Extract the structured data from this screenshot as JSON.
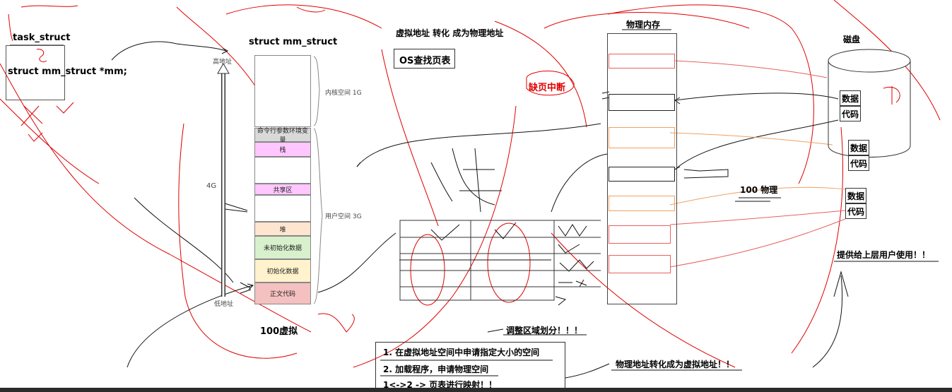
{
  "task_struct": {
    "title": "task_struct",
    "field": "struct mm_struct *mm;"
  },
  "mm_struct": {
    "title": "struct mm_struct",
    "high_addr": "高地址",
    "low_addr": "低地址",
    "size_label": "4G",
    "kernel_space": "内核空间 1G",
    "user_space": "用户空间 3G",
    "segments": {
      "cmdline_env": "命令行参数环境变量",
      "stack": "栈",
      "shared": "共享区",
      "heap": "堆",
      "bss": "未初始化数据",
      "data": "初始化数据",
      "text": "正文代码"
    },
    "footer": "100虚拟"
  },
  "header": {
    "translate": "虚拟地址 转化 成为物理地址",
    "os_page_table": "OS查找页表"
  },
  "page_fault": "缺页中断",
  "physical_memory": {
    "title": "物理内存",
    "caption": "100 物理"
  },
  "disk": {
    "title": "磁盘",
    "cells": [
      {
        "top": "数据",
        "bottom": "代码"
      },
      {
        "top": "数据",
        "bottom": "代码"
      },
      {
        "top": "数据",
        "bottom": "代码"
      }
    ]
  },
  "provide_upper": "提供给上层用户使用！！",
  "adjust_region": "调整区域划分！！！",
  "steps": [
    "1. 在虚拟地址空间中申请指定大小的空间",
    "2. 加载程序，申请物理空间",
    "1<->2 -> 页表进行映射！！"
  ],
  "phys_to_virt": "物理地址转化成为虚拟地址！！",
  "colors": {
    "stack": "#ffc6ff",
    "shared": "#ffc6ff",
    "heap": "#fde5d0",
    "bss": "#d8f0cc",
    "data": "#fff2cc",
    "text": "#f4c0c0",
    "cmdline": "#d9d9d9",
    "arrow": "#5b5bd6",
    "annotation_red": "#e00000",
    "orange": "#f0a060"
  }
}
